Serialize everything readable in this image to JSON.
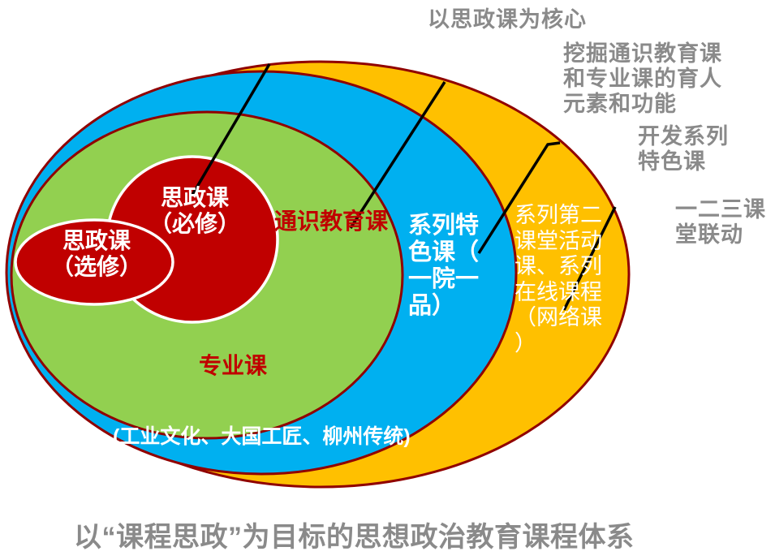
{
  "colors": {
    "background": "#ffffff",
    "yellow_ring": "#FFC000",
    "blue_ring": "#00B0F0",
    "green_ring": "#92D050",
    "red_fill": "#C00000",
    "ring_outline": "#900000",
    "inner_outline": "#ffffff",
    "connector": "#000000",
    "label_gray": "#8a8a8a",
    "label_red": "#C00000",
    "label_white": "#ffffff"
  },
  "title": "以“课程思政”为目标的思想政治教育课程体系",
  "callout_labels": {
    "core": "以思政课为核心",
    "excavate": "挖掘通识教育课\n和专业课的育人\n元素和功能",
    "develop": "开发系列\n特色课",
    "linkage": "一二三课\n堂联动"
  },
  "ring_labels": {
    "required": "思政课\n（必修）",
    "elective": "思政课\n（选修）",
    "general": "通识教育课",
    "major": "专业课",
    "major_note": "(工业文化、大国工匠、柳州传统)",
    "featured": "系列特\n色课（\n一院一\n品）",
    "second_class": "系列第二\n课堂活动\n课、系列\n在线课程\n（网络课\n）"
  }
}
